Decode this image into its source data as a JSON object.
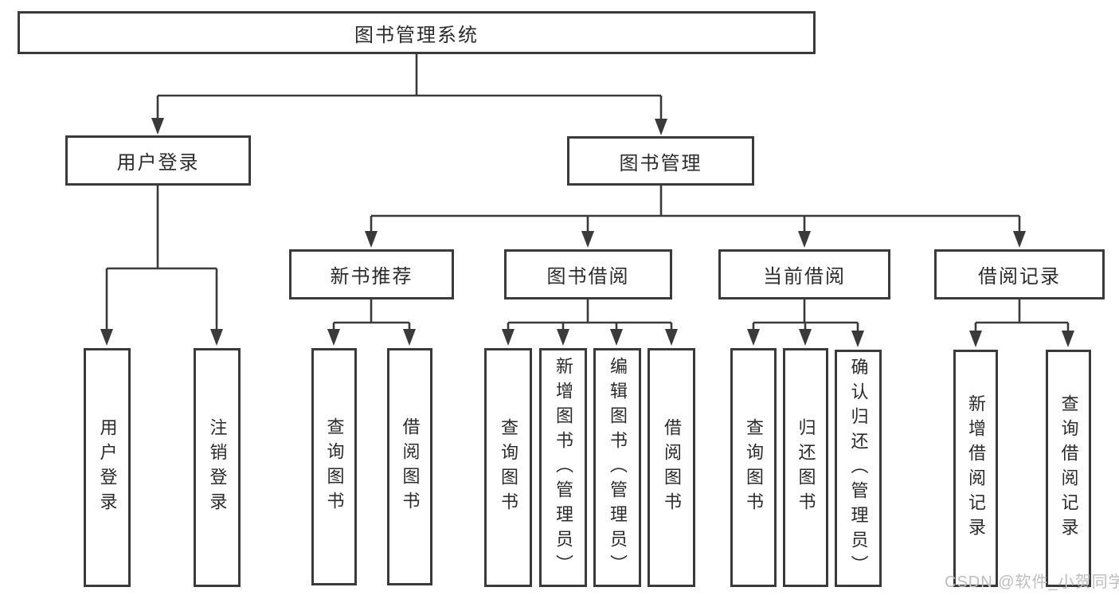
{
  "nodes": {
    "root": "图书管理系统",
    "user_login": "用户登录",
    "book_mgmt": "图书管理",
    "new_book_rec": "新书推荐",
    "book_borrow": "图书借阅",
    "current_borrow": "当前借阅",
    "borrow_records": "借阅记录",
    "leaf_user_login": "用户登录",
    "leaf_logout": "注销登录",
    "leaf_query_book_1": "查询图书",
    "leaf_borrow_book_1": "借阅图书",
    "leaf_query_book_2": "查询图书",
    "leaf_add_book": "新增图书（管理员）",
    "leaf_edit_book": "编辑图书（管理员）",
    "leaf_borrow_book_2": "借阅图书",
    "leaf_query_book_3": "查询图书",
    "leaf_return_book": "归还图书",
    "leaf_confirm_return": "确认归还（管理员）",
    "leaf_add_borrow_record": "新增借阅记录",
    "leaf_query_borrow_record": "查询借阅记录"
  },
  "hierarchy": {
    "图书管理系统": {
      "用户登录": [
        "用户登录",
        "注销登录"
      ],
      "图书管理": {
        "新书推荐": [
          "查询图书",
          "借阅图书"
        ],
        "图书借阅": [
          "查询图书",
          "新增图书（管理员）",
          "编辑图书（管理员）",
          "借阅图书"
        ],
        "当前借阅": [
          "查询图书",
          "归还图书",
          "确认归还（管理员）"
        ],
        "借阅记录": [
          "新增借阅记录",
          "查询借阅记录"
        ]
      }
    }
  },
  "watermark": "CSDN @软件_小贺同学",
  "colors": {
    "line": "#3a3a3a",
    "text": "#2b2b2b",
    "box_background": "#ffffff",
    "watermark": "#bdbdbd",
    "background": "#ffffff"
  }
}
